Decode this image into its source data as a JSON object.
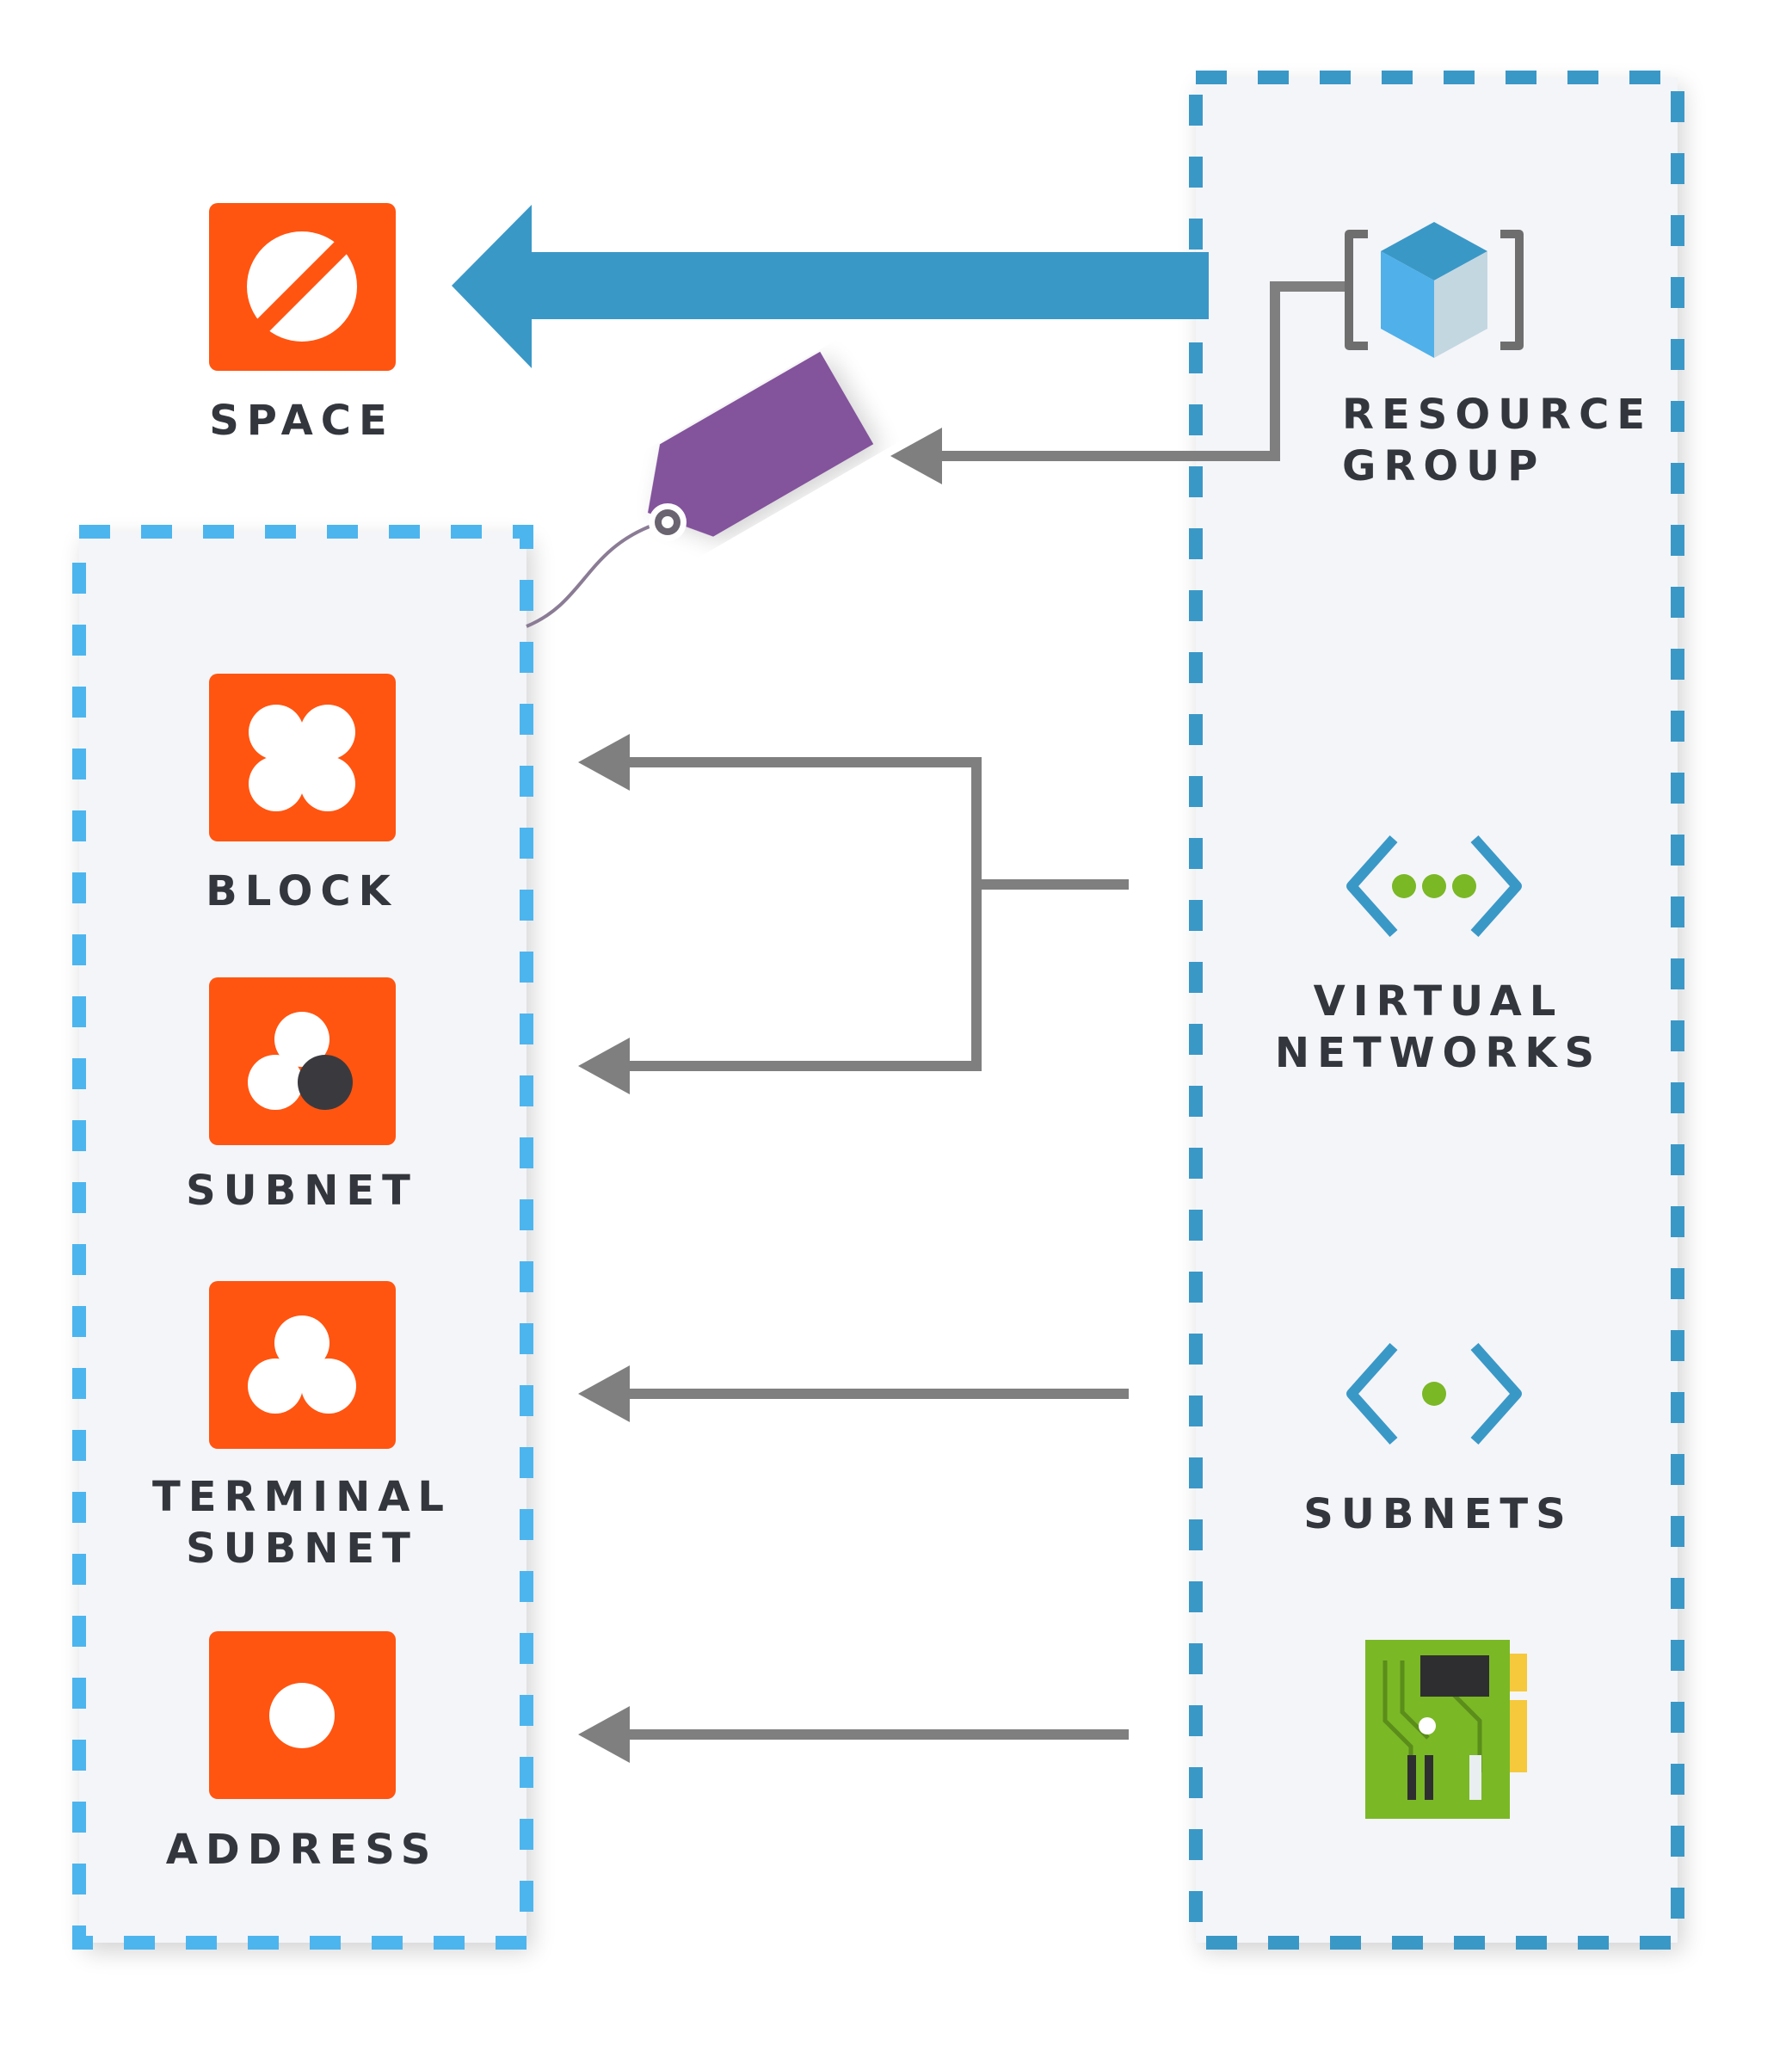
{
  "left_items": [
    {
      "id": "space",
      "label_lines": [
        "SPACE"
      ],
      "glyph": "circle-slash-icon"
    },
    {
      "id": "block",
      "label_lines": [
        "BLOCK"
      ],
      "glyph": "four-circles-icon"
    },
    {
      "id": "subnet",
      "label_lines": [
        "SUBNET"
      ],
      "glyph": "three-circles-one-dark-icon"
    },
    {
      "id": "terminal-subnet",
      "label_lines": [
        "TERMINAL",
        "SUBNET"
      ],
      "glyph": "three-circles-icon"
    },
    {
      "id": "address",
      "label_lines": [
        "ADDRESS"
      ],
      "glyph": "single-circle-icon"
    }
  ],
  "right_items": [
    {
      "id": "resource-group",
      "label_lines": [
        "RESOURCE",
        "GROUP"
      ],
      "glyph": "resource-group-cube-icon"
    },
    {
      "id": "virtual-networks",
      "label_lines": [
        "VIRTUAL",
        "NETWORKS"
      ],
      "glyph": "virtual-network-icon"
    },
    {
      "id": "subnets",
      "label_lines": [
        "SUBNETS"
      ],
      "glyph": "subnet-brackets-icon"
    },
    {
      "id": "network-interface",
      "label_lines": [],
      "glyph": "network-card-icon"
    }
  ],
  "connections": [
    {
      "from": "resource-group",
      "to": "space",
      "style": "thick-blue-arrow"
    },
    {
      "from": "resource-group",
      "to": "tag",
      "style": "gray-elbow-arrow"
    },
    {
      "from": "virtual-networks",
      "to": "block",
      "style": "gray-branch-arrow"
    },
    {
      "from": "virtual-networks",
      "to": "subnet",
      "style": "gray-branch-arrow"
    },
    {
      "from": "subnets",
      "to": "terminal-subnet",
      "style": "gray-arrow"
    },
    {
      "from": "network-interface",
      "to": "address",
      "style": "gray-arrow"
    }
  ],
  "colors": {
    "orange": "#ff5511",
    "blue_arrow": "#3a98c7",
    "gray_arrow": "#7f7f7f",
    "tag_purple": "#83539c",
    "left_dash": "#4db5ee",
    "right_dash": "#3a98c7",
    "panel_fill": "#f4f5f9",
    "text": "#33363d"
  }
}
